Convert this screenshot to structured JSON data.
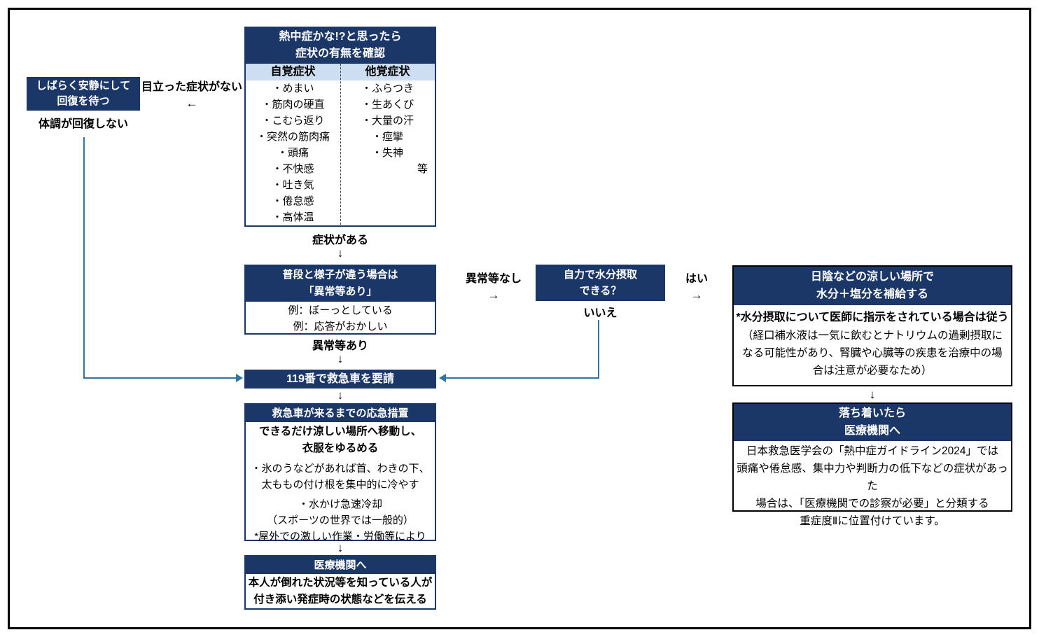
{
  "colors": {
    "navy": "#1B3768",
    "table_subheader_fill": "#CDDEF2",
    "connector_blue": "#2E74A4"
  },
  "arrows": {
    "down": "↓",
    "left": "←",
    "right": "→"
  },
  "symptom_table": {
    "title_line1": "熱中症かな!?と思ったら",
    "title_line2": "症状の有無を確認",
    "col1_header": "自覚症状",
    "col2_header": "他覚症状",
    "col1_items": [
      "・めまい",
      "・筋肉の硬直",
      "・こむら返り",
      "・突然の筋肉痛",
      "・頭痛",
      "・不快感",
      "・吐き気",
      "・倦怠感",
      "・高体温"
    ],
    "col2_items": [
      "・ふらつき",
      "・生あくび",
      "・大量の汗",
      "・痙攣",
      "・失神"
    ],
    "etc_label": "等"
  },
  "rest_box": {
    "line1": "しばらく安静にして",
    "line2": "回復を待つ"
  },
  "labels": {
    "no_obvious_symptoms": "目立った症状がない",
    "not_recovering": "体調が回復しない",
    "has_symptoms": "症状がある",
    "abnormal_yes": "異常等あり",
    "abnormal_no": "異常等なし",
    "answer_no": "いいえ",
    "answer_yes": "はい"
  },
  "abnormal_box": {
    "header_line1": "普段と様子が違う場合は",
    "header_line2": "「異常等あり」",
    "example1": "例：ぼーっとしている",
    "example2": "例：応答がおかしい"
  },
  "call119_box": {
    "label": "119番で救急車を要請"
  },
  "first_aid_box": {
    "header": "救急車が来るまでの応急措置",
    "bold_line1": "できるだけ涼しい場所へ移動し、",
    "bold_line2": "衣服をゆるめる",
    "item1_line1": "・氷のうなどがあれば首、わきの下、",
    "item1_line2": "太ももの付け根を集中的に冷やす",
    "item2_line1": "・水かけ急速冷却",
    "item2_line2": "（スポーツの世界では一般的）",
    "item2_line3": "*屋外での激しい作業・労働等により"
  },
  "hospital_box": {
    "header": "医療機関へ",
    "body_line1": "本人が倒れた状況等を知っている人が",
    "body_line2": "付き添い発症時の状態などを伝える"
  },
  "hydrate_question_box": {
    "line1": "自力で水分摂取",
    "line2": "できる？"
  },
  "cool_place_box": {
    "header_line1": "日陰などの涼しい場所で",
    "header_line2": "水分＋塩分を補給する",
    "note_bold": "*水分摂取について医師に指示をされている場合は従う",
    "note_line1": "（経口補水液は一気に飲むとナトリウムの過剰摂取に",
    "note_line2": "なる可能性があり、腎臓や心臓等の疾患を治療中の場",
    "note_line3": "合は注意が必要なため）"
  },
  "calm_box": {
    "header_line1": "落ち着いたら",
    "header_line2": "医療機関へ",
    "body_line1": "日本救急医学会の「熱中症ガイドライン2024」では",
    "body_line2": "頭痛や倦怠感、集中力や判断力の低下などの症状があった",
    "body_line3": "場合は、「医療機関での診察が必要」と分類する",
    "body_line4": "重症度Ⅱに位置付けています。"
  }
}
